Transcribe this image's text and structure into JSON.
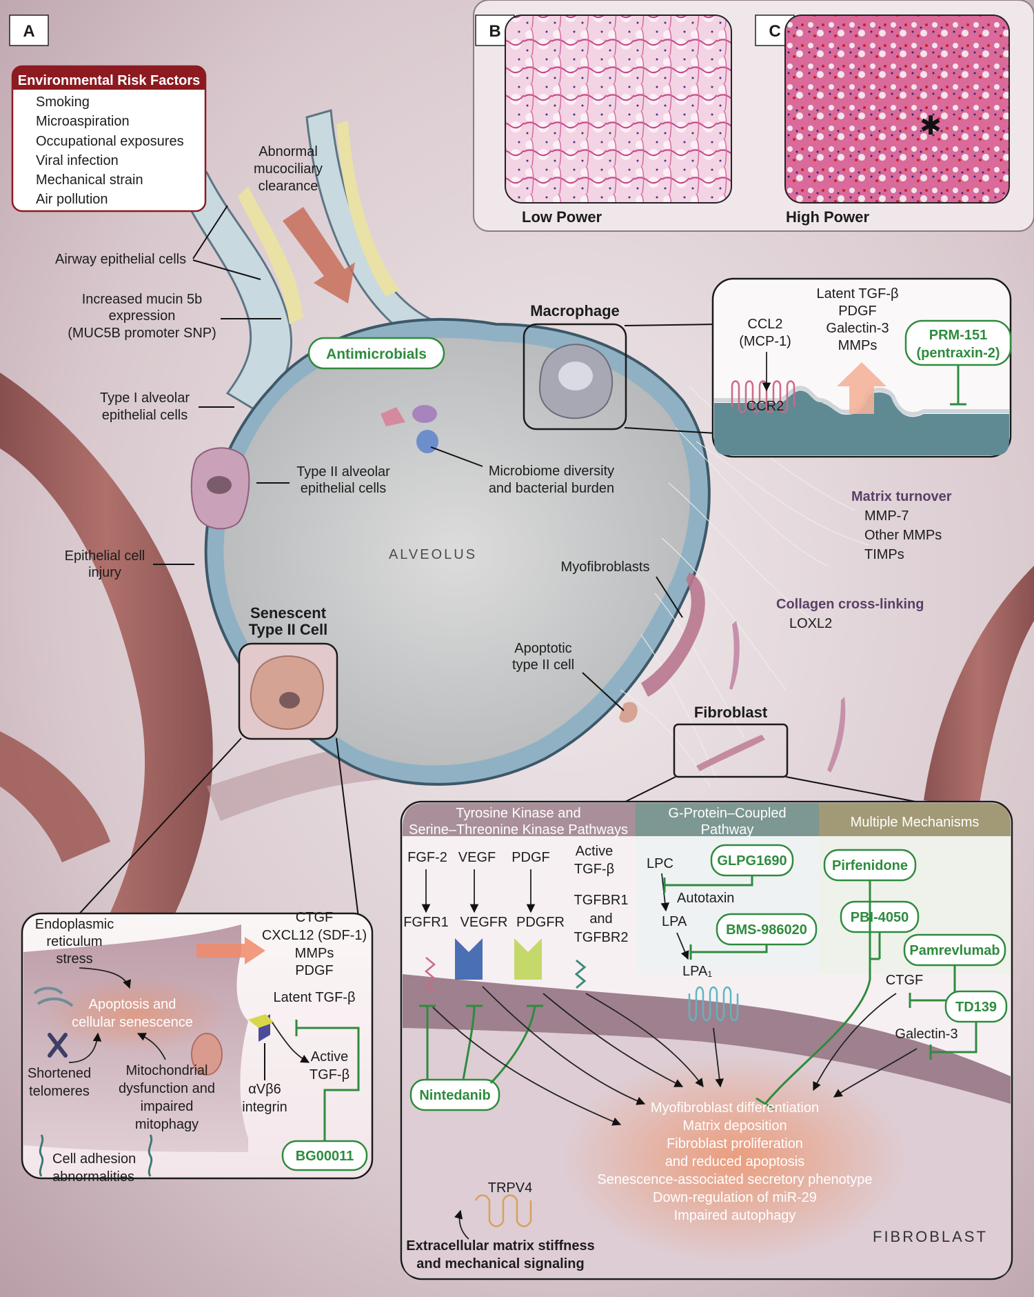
{
  "panels": {
    "a": "A",
    "b": "B",
    "c": "C"
  },
  "risk": {
    "title": "Environmental Risk Factors",
    "items": [
      "Smoking",
      "Microaspiration",
      "Occupational exposures",
      "Viral infection",
      "Mechanical strain",
      "Air pollution"
    ]
  },
  "micro": {
    "low": "Low Power",
    "high": "High Power",
    "star": "✱"
  },
  "labels": {
    "mucociliary": [
      "Abnormal",
      "mucociliary",
      "clearance"
    ],
    "airway": "Airway epithelial cells",
    "muc5b": [
      "Increased mucin 5b",
      "expression",
      "(MUC5B promoter SNP)"
    ],
    "type1": [
      "Type I alveolar",
      "epithelial cells"
    ],
    "type2": [
      "Type II alveolar",
      "epithelial cells"
    ],
    "injury": [
      "Epithelial cell",
      "injury"
    ],
    "antimicrobials": "Antimicrobials",
    "microbiome": [
      "Microbiome diversity",
      "and bacterial burden"
    ],
    "alveolus": "ALVEOLUS",
    "macrophage": "Macrophage",
    "myofibroblasts": "Myofibroblasts",
    "apoptotic": [
      "Apoptotic",
      "type II cell"
    ],
    "senescent": [
      "Senescent",
      "Type II Cell"
    ],
    "fibroblast": "Fibroblast",
    "matrix_turnover": "Matrix turnover",
    "matrix_items": [
      "MMP-7",
      "Other MMPs",
      "TIMPs"
    ],
    "collagen": "Collagen cross-linking",
    "loxl2": "LOXL2"
  },
  "macro_inset": {
    "ccl2": [
      "CCL2",
      "(MCP-1)"
    ],
    "ccr2": "CCR2",
    "factors": [
      "Latent TGF-β",
      "PDGF",
      "Galectin-3",
      "MMPs"
    ],
    "drug": [
      "PRM-151",
      "(pentraxin-2)"
    ]
  },
  "sen_inset": {
    "er": [
      "Endoplasmic",
      "reticulum",
      "stress"
    ],
    "apoptosis": [
      "Apoptosis and",
      "cellular senescence"
    ],
    "telomeres": [
      "Shortened",
      "telomeres"
    ],
    "mito": [
      "Mitochondrial",
      "dysfunction and",
      "impaired",
      "mitophagy"
    ],
    "adhesion": [
      "Cell adhesion",
      "abnormalities"
    ],
    "secreted": [
      "CTGF",
      "CXCL12 (SDF-1)",
      "MMPs",
      "PDGF"
    ],
    "latent": "Latent TGF-β",
    "active": [
      "Active",
      "TGF-β"
    ],
    "integrin": [
      "αVβ6",
      "integrin"
    ],
    "drug": "BG00011"
  },
  "fib_inset": {
    "headers": [
      {
        "label": [
          "Tyrosine Kinase and",
          "Serine–Threonine Kinase Pathways"
        ],
        "color": "#a88f99"
      },
      {
        "label": [
          "G-Protein–Coupled",
          "Pathway"
        ],
        "color": "#7d9792"
      },
      {
        "label": [
          "Multiple Mechanisms"
        ],
        "color": "#a29a76"
      }
    ],
    "ligands": [
      "FGF-2",
      "VEGF",
      "PDGF"
    ],
    "active_tgf": [
      "Active",
      "TGF-β"
    ],
    "receptors": [
      "FGFR1",
      "VEGFR",
      "PDGFR"
    ],
    "tgfbr": [
      "TGFBR1",
      "and",
      "TGFBR2"
    ],
    "lpc": "LPC",
    "autotaxin": "Autotaxin",
    "lpa": "LPA",
    "lpa1": "LPA₁",
    "ctgf": "CTGF",
    "galectin": "Galectin-3",
    "drugs": {
      "nintedanib": "Nintedanib",
      "glpg": "GLPG1690",
      "bms": "BMS-986020",
      "pirfenidone": "Pirfenidone",
      "pbi": "PBI-4050",
      "pamrevlumab": "Pamrevlumab",
      "td139": "TD139"
    },
    "outcomes": [
      "Myofibroblast differentiation",
      "Matrix deposition",
      "Fibroblast proliferation",
      "and reduced apoptosis",
      "Senescence-associated secretory phenotype",
      "Down-regulation of miR-29",
      "Impaired autophagy"
    ],
    "trpv4": "TRPV4",
    "ecm": [
      "Extracellular matrix stiffness",
      "and mechanical signaling"
    ],
    "fibroblast": "FIBROBLAST"
  },
  "colors": {
    "drug": "#2e8b3e",
    "risk_header": "#8c1a20",
    "outcome": "#ffffff",
    "label_purple": "#5a3f66"
  }
}
